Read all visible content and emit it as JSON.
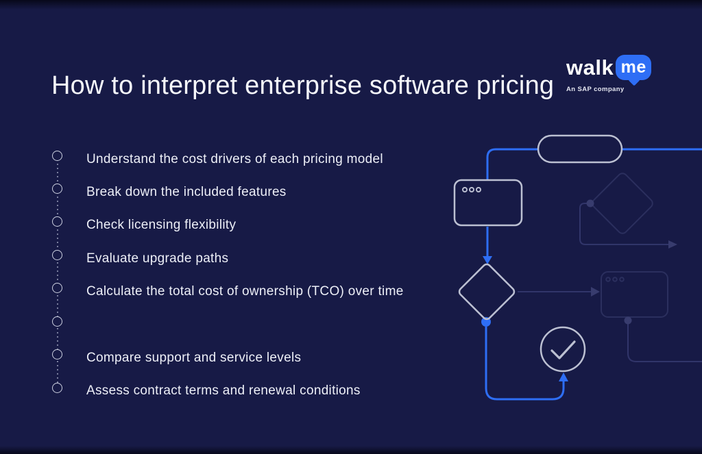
{
  "page": {
    "background": "#171a46",
    "accent_blue": "#2e6ef5",
    "shape_stroke": "#bcc0d2",
    "faint_stroke": "#2b2f5e"
  },
  "header": {
    "title": "How to interpret enterprise software pricing"
  },
  "logo": {
    "walk": "walk",
    "me": "me",
    "tagline": "An SAP company",
    "bubble_color": "#2e6ef5"
  },
  "checklist": {
    "bullet_count": 8,
    "items": [
      "Understand the cost drivers of each pricing model",
      "Break down the included features",
      "Check licensing flexibility",
      "Evaluate upgrade paths",
      "Calculate the total cost of ownership (TCO) over time",
      "Compare support and service levels",
      "Assess contract terms and renewal conditions"
    ]
  },
  "illustration": {
    "shapes": [
      "start-pill",
      "browser-window",
      "decision-diamond",
      "check-circle",
      "faint-decision-diamond",
      "faint-browser-window"
    ]
  }
}
